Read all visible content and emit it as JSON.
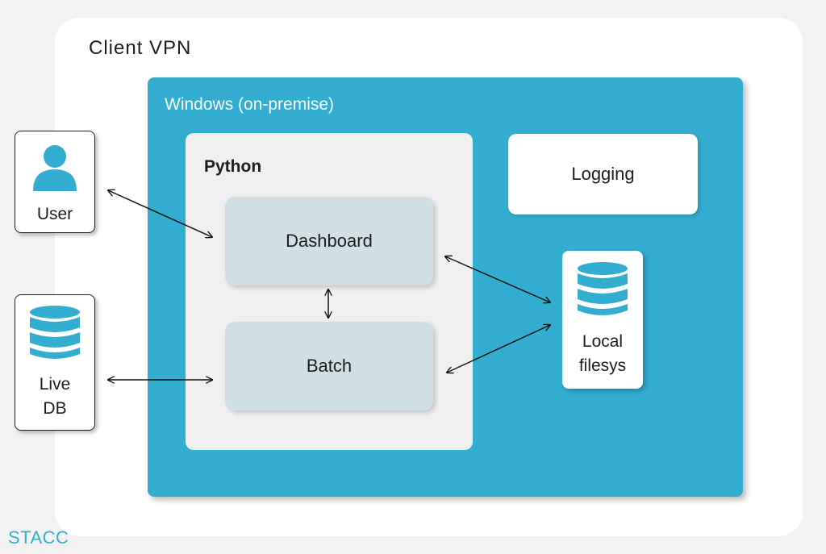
{
  "colors": {
    "accent": "#33aed0",
    "background": "#f2f2f2",
    "inner": "#d0dfe4"
  },
  "containers": {
    "client_vpn": "Client VPN",
    "windows": "Windows (on-premise)",
    "python": "Python"
  },
  "components": {
    "dashboard": "Dashboard",
    "batch": "Batch",
    "logging": "Logging"
  },
  "external": {
    "user": {
      "label": "User",
      "icon": "user-icon"
    },
    "live_db": {
      "line1": "Live",
      "line2": "DB",
      "icon": "database-icon"
    }
  },
  "storage": {
    "line1": "Local",
    "line2": "filesys",
    "icon": "database-icon"
  },
  "connections": [
    {
      "from": "User",
      "to": "Dashboard",
      "direction": "bidirectional"
    },
    {
      "from": "Live DB",
      "to": "Batch",
      "direction": "bidirectional"
    },
    {
      "from": "Dashboard",
      "to": "Batch",
      "direction": "bidirectional"
    },
    {
      "from": "Dashboard",
      "to": "Local filesys",
      "direction": "bidirectional"
    },
    {
      "from": "Batch",
      "to": "Local filesys",
      "direction": "bidirectional"
    }
  ],
  "branding": {
    "logo_text": "STACC"
  }
}
